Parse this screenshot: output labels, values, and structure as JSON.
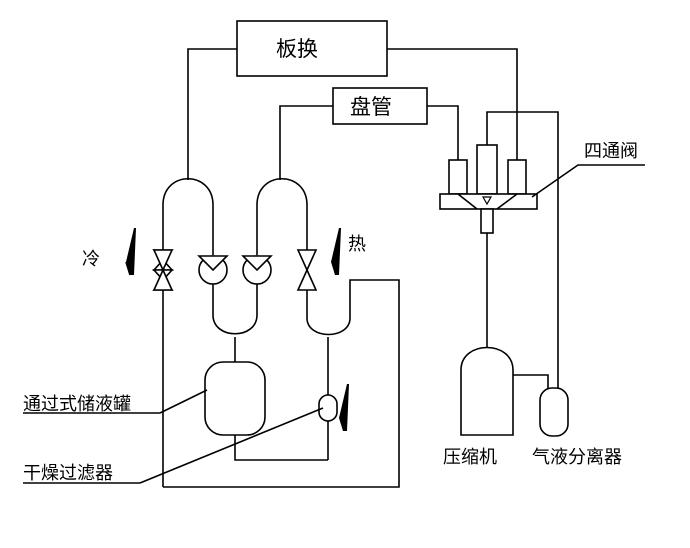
{
  "diagram": {
    "labels": {
      "plate_exchanger": "板换",
      "coil": "盘管",
      "four_way_valve": "四通阀",
      "cold": "冷",
      "heat": "热",
      "receiver": "通过式储液罐",
      "filter_dryer": "干燥过滤器",
      "compressor": "压缩机",
      "separator": "气液分离器"
    }
  }
}
